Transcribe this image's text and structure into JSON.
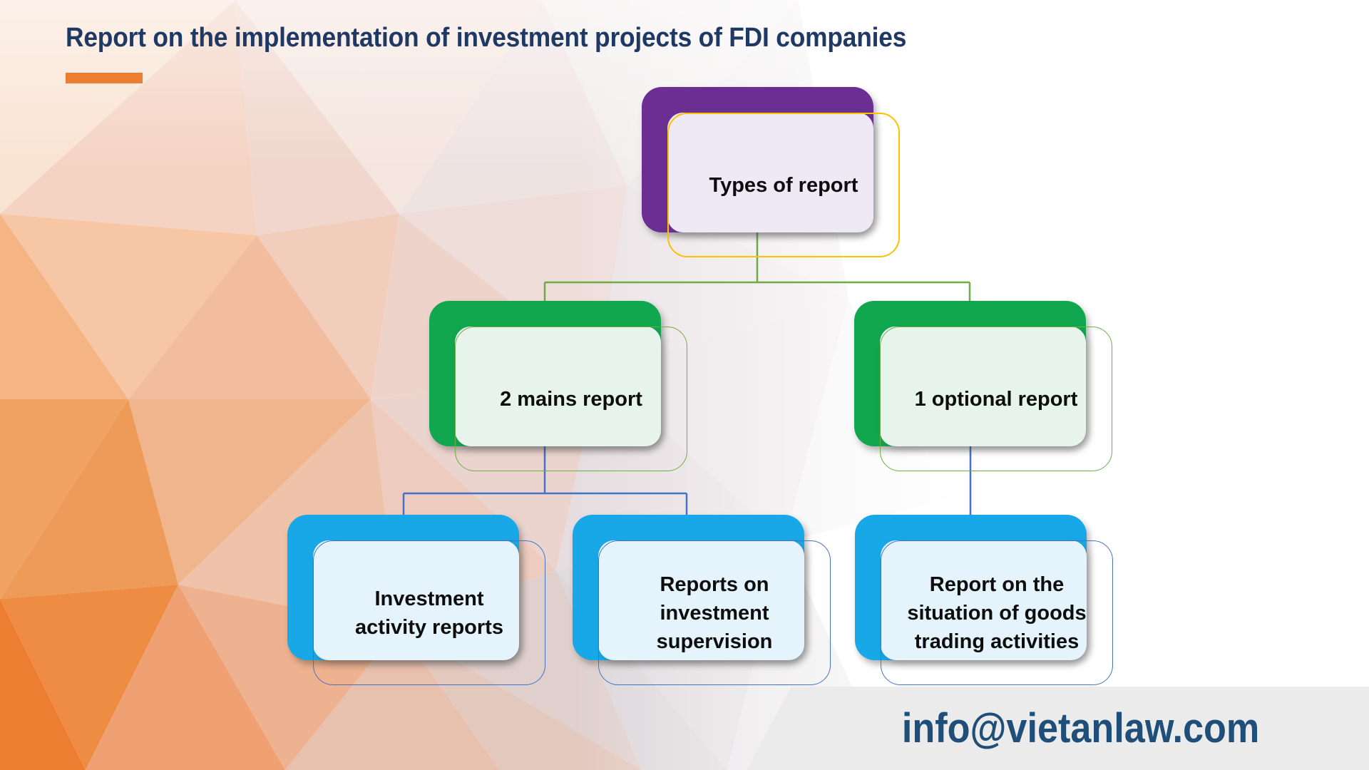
{
  "title": "Report on the implementation of investment projects of FDI companies",
  "tree": {
    "root": {
      "label": "Types of report"
    },
    "level2": [
      {
        "label": "2 mains report"
      },
      {
        "label": "1 optional report"
      }
    ],
    "level3": [
      {
        "label": "Investment\nactivity reports"
      },
      {
        "label": "Reports on\ninvestment\nsupervision"
      },
      {
        "label": "Report on the\nsituation of goods\ntrading activities"
      }
    ]
  },
  "footer": {
    "email": "info@vietanlaw.com"
  },
  "colors": {
    "title_navy": "#1F3864",
    "accent_orange": "#ED7D31",
    "root_purple": "#6B2F93",
    "root_tint": "#EFE9F5",
    "root_outline_yellow": "#FFC000",
    "level2_green": "#10A74E",
    "level2_tint": "#E7F4EC",
    "green_connector": "#70AD47",
    "level3_blue": "#18A8E8",
    "level3_tint": "#E4F3FC",
    "blue_connector": "#4472C4",
    "footer_gray": "#EBEBEB",
    "email_navy": "#1F4E79"
  }
}
